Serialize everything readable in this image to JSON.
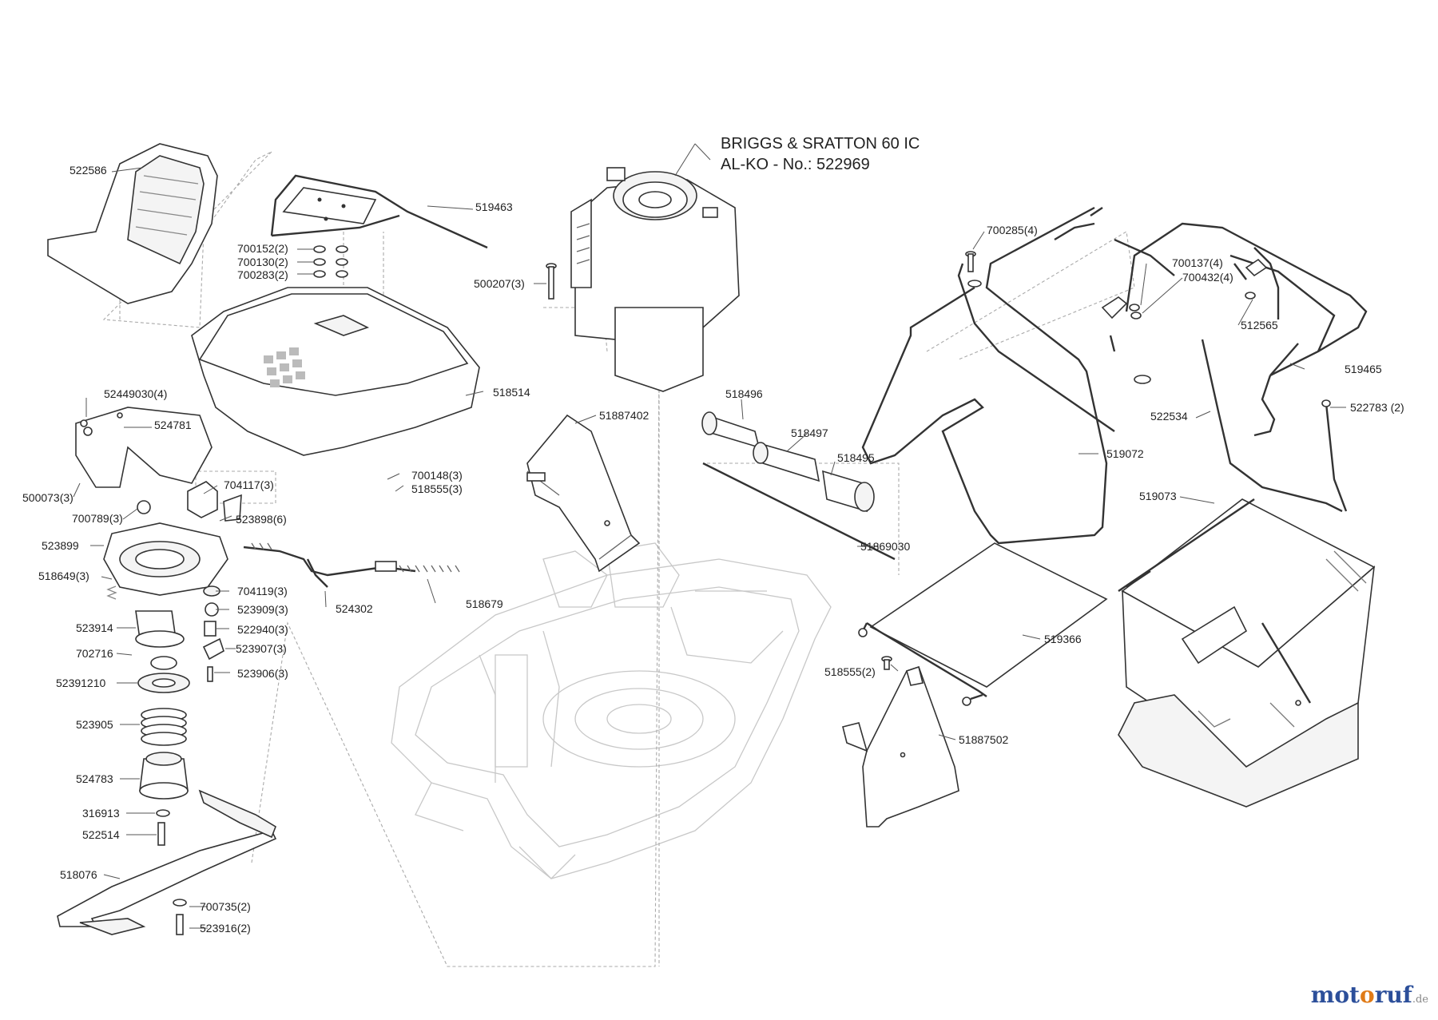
{
  "engine": {
    "line1": "BRIGGS & SRATTON 60 IC",
    "line2": "AL-KO - No.: 522969"
  },
  "parts": [
    "522586",
    "519463",
    "700152(2)",
    "700130(2)",
    "700283(2)",
    "500207(3)",
    "518514",
    "52449030(4)",
    "524781",
    "500073(3)",
    "704117(3)",
    "700789(3)",
    "523898(6)",
    "700148(3)",
    "518555(3)",
    "523899",
    "518649(3)",
    "704119(3)",
    "523909(3)",
    "524302",
    "518679",
    "523914",
    "522940(3)",
    "702716",
    "523907(3)",
    "52391210",
    "523906(3)",
    "523905",
    "524783",
    "316913",
    "522514",
    "518076",
    "700735(2)",
    "523916(2)",
    "51887402",
    "518496",
    "518497",
    "518495",
    "51869030",
    "700285(4)",
    "700137(4)",
    "700432(4)",
    "512565",
    "519465",
    "522534",
    "522783 (2)",
    "519072",
    "519073",
    "519366",
    "518555(2)",
    "51887502"
  ],
  "brand": {
    "name_a": "mot",
    "name_o": "o",
    "name_b": "ruf",
    "tld": ".de"
  }
}
